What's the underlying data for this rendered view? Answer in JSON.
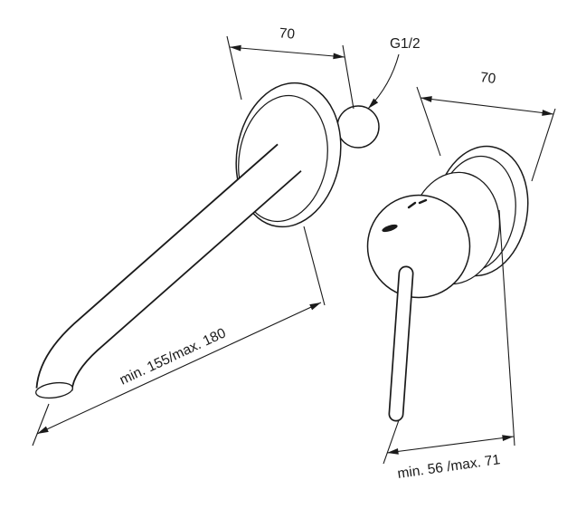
{
  "diagram": {
    "type": "technical-dimension-drawing",
    "subject": "wall-mounted basin mixer with spout and single-lever valve",
    "colors": {
      "line": "#1a1a1a",
      "background": "#ffffff"
    },
    "labels": {
      "spout_plate_width": "70",
      "thread_size": "G1/2",
      "mixer_plate_width": "70",
      "spout_length_range": "min. 155/max. 180",
      "handle_projection_range": "min. 56 /max. 71"
    }
  }
}
